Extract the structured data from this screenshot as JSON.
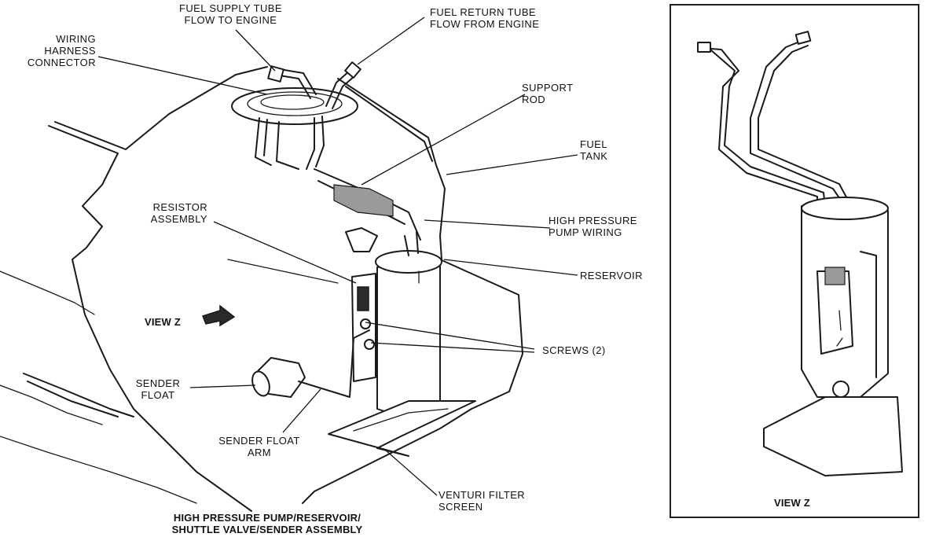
{
  "labels": {
    "fuel_supply_tube": [
      "FUEL SUPPLY TUBE",
      "FLOW TO ENGINE"
    ],
    "fuel_return_tube": [
      "FUEL RETURN TUBE",
      "FLOW FROM ENGINE"
    ],
    "wiring_harness_connector": [
      "WIRING",
      "HARNESS",
      "CONNECTOR"
    ],
    "support_rod": [
      "SUPPORT",
      "ROD"
    ],
    "fuel_tank": [
      "FUEL",
      "TANK"
    ],
    "resistor_assembly": [
      "RESISTOR",
      "ASSEMBLY"
    ],
    "high_pressure_pump_wiring": [
      "HIGH PRESSURE",
      "PUMP WIRING"
    ],
    "reservoir": [
      "RESERVOIR"
    ],
    "view_z": "VIEW Z",
    "screws": "SCREWS (2)",
    "sender_float": [
      "SENDER",
      "FLOAT"
    ],
    "sender_float_arm": [
      "SENDER FLOAT",
      "ARM"
    ],
    "venturi_filter_screen": [
      "VENTURI FILTER",
      "SCREEN"
    ],
    "caption": [
      "HIGH PRESSURE PUMP/RESERVOIR/",
      "SHUTTLE VALVE/SENDER ASSEMBLY"
    ],
    "inset_caption": "VIEW Z"
  }
}
